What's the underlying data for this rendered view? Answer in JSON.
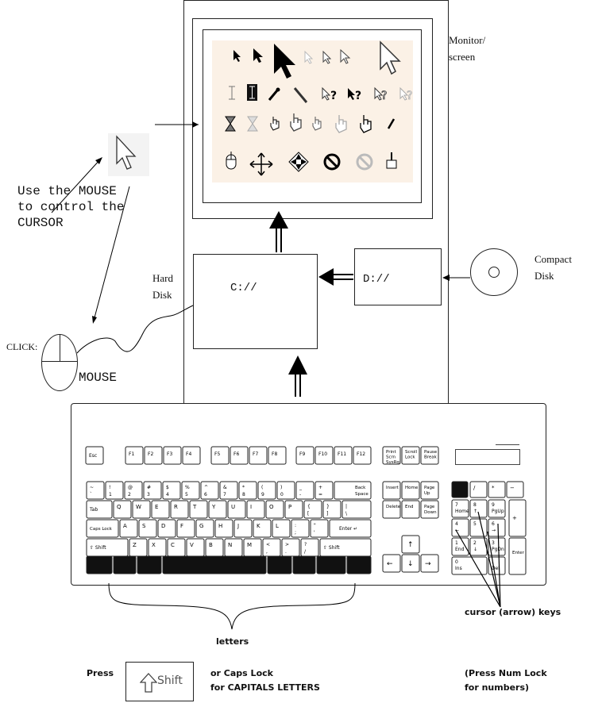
{
  "monitor": {
    "label_line1": "Monitor/",
    "label_line2": "screen"
  },
  "cursor_text": {
    "line1": "Use the MOUSE",
    "line2": "to control the",
    "line3": "CURSOR"
  },
  "hard_disk": {
    "label_line1": "Hard",
    "label_line2": "Disk",
    "drive": "C://"
  },
  "cd": {
    "label_line1": "Compact",
    "label_line2": "Disk",
    "drive": "D://"
  },
  "mouse": {
    "label": "MOUSE",
    "click_label": "CLICK:"
  },
  "keyboard": {
    "esc": "Esc",
    "f_keys": [
      "F1",
      "F2",
      "F3",
      "F4",
      "F5",
      "F6",
      "F7",
      "F8",
      "F9",
      "F10",
      "F11",
      "F12"
    ],
    "sys_keys": [
      [
        "Print",
        "Scrn",
        "SysRq"
      ],
      [
        "Scroll",
        "Lock",
        ""
      ],
      [
        "Pause",
        "Break",
        ""
      ]
    ],
    "row1": [
      [
        "~",
        "`"
      ],
      [
        "!",
        "1"
      ],
      [
        "@",
        "2"
      ],
      [
        "#",
        "3"
      ],
      [
        "$",
        "4"
      ],
      [
        "%",
        "5"
      ],
      [
        "^",
        "6"
      ],
      [
        "&",
        "7"
      ],
      [
        "*",
        "8"
      ],
      [
        "(",
        "9"
      ],
      [
        ")",
        "0"
      ],
      [
        "_",
        "-"
      ],
      [
        "+",
        "="
      ]
    ],
    "backspace": [
      "Back",
      "Space"
    ],
    "tab": "Tab",
    "row2": [
      "Q",
      "W",
      "E",
      "R",
      "T",
      "Y",
      "U",
      "I",
      "O",
      "P"
    ],
    "row2_extra": [
      [
        "{",
        "["
      ],
      [
        "}",
        "]"
      ],
      [
        "|",
        "\\"
      ]
    ],
    "caps": "Caps Lock",
    "row3": [
      "A",
      "S",
      "D",
      "F",
      "G",
      "H",
      "J",
      "K",
      "L"
    ],
    "row3_extra": [
      [
        ":",
        ";"
      ],
      [
        "\"",
        "'"
      ]
    ],
    "enter": "Enter",
    "shift": "Shift",
    "row4": [
      "Z",
      "X",
      "C",
      "V",
      "B",
      "N",
      "M"
    ],
    "row4_extra": [
      [
        "<",
        ","
      ],
      [
        ">",
        "."
      ],
      [
        "?",
        "/"
      ]
    ],
    "nav": [
      "Insert",
      "Home",
      "Page Up",
      "Delete",
      "End",
      "Page Down"
    ],
    "numpad_top": [
      "/",
      "*",
      "−"
    ],
    "numpad": [
      [
        "7",
        "Home"
      ],
      [
        "8",
        "↑"
      ],
      [
        "9",
        "PgUp"
      ],
      [
        "4",
        "←"
      ],
      [
        "5",
        ""
      ],
      [
        "6",
        "→"
      ],
      [
        "1",
        "End"
      ],
      [
        "2",
        "↓"
      ],
      [
        "3",
        "PgDn"
      ]
    ],
    "numpad_zero": [
      "0",
      "Ins"
    ],
    "numpad_del": [
      ".",
      "Del"
    ],
    "numpad_plus": "+",
    "numpad_enter": "Enter"
  },
  "annotations": {
    "letters": "letters",
    "cursor_keys": "cursor (arrow) keys",
    "press": "Press",
    "shift_key": "Shift",
    "caps_line1": "or Caps Lock",
    "caps_line2": "for CAPITALS LETTERS",
    "numlock_line1": "(Press Num Lock",
    "numlock_line2": "for numbers)"
  }
}
